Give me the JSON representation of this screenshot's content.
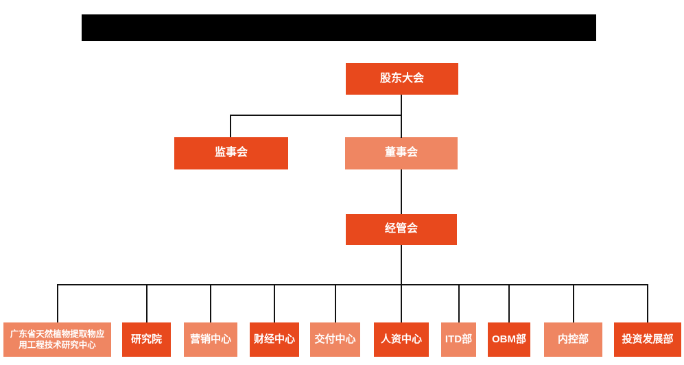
{
  "colors": {
    "primary": "#e8491d",
    "secondary": "#ef8662",
    "line": "#111111",
    "box_text": "#ffffff",
    "redaction": "#000000"
  },
  "header": {
    "redaction_bar_present": true
  },
  "org_chart": {
    "root": {
      "label": "股东大会",
      "variant": "primary"
    },
    "level2": [
      {
        "label": "监事会",
        "variant": "primary"
      },
      {
        "label": "董事会",
        "variant": "secondary"
      }
    ],
    "level3": {
      "label": "经管会",
      "variant": "primary"
    },
    "departments": [
      {
        "label": "广东省天然植物提取物应用工程技术研究中心",
        "variant": "secondary"
      },
      {
        "label": "研究院",
        "variant": "primary"
      },
      {
        "label": "营销中心",
        "variant": "secondary"
      },
      {
        "label": "财经中心",
        "variant": "primary"
      },
      {
        "label": "交付中心",
        "variant": "secondary"
      },
      {
        "label": "人资中心",
        "variant": "primary"
      },
      {
        "label": "ITD部",
        "variant": "secondary"
      },
      {
        "label": "OBM部",
        "variant": "primary"
      },
      {
        "label": "内控部",
        "variant": "secondary"
      },
      {
        "label": "投资发展部",
        "variant": "primary"
      }
    ]
  }
}
